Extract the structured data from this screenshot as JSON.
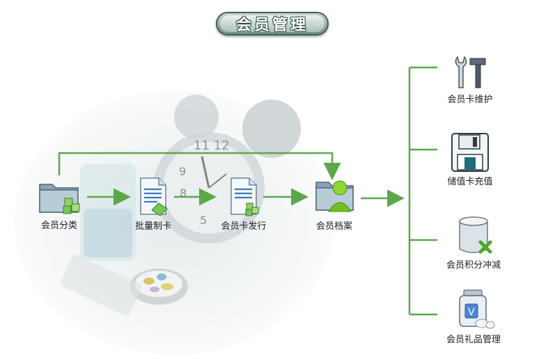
{
  "title": "会员管理",
  "nodes": {
    "category": "会员分类",
    "batch_card": "批量制卡",
    "card_issue": "会员卡发行",
    "member_file": "会员档案",
    "card_maintain": "会员卡维护",
    "stored_value": "储值卡充值",
    "points_offset": "会员积分冲减",
    "gift_manage": "会员礼品管理"
  },
  "colors": {
    "connector": "#5aa84a",
    "title_border": "#3f5f56",
    "label_text": "#1a1a2a"
  },
  "icons": {
    "category": "folder-cubes-icon",
    "batch_card": "document-card-icon",
    "card_issue": "document-cubes-icon",
    "member_file": "folder-user-icon",
    "card_maintain": "tools-icon",
    "stored_value": "floppy-disk-icon",
    "points_offset": "database-delete-icon",
    "gift_manage": "pill-bottle-icon"
  }
}
